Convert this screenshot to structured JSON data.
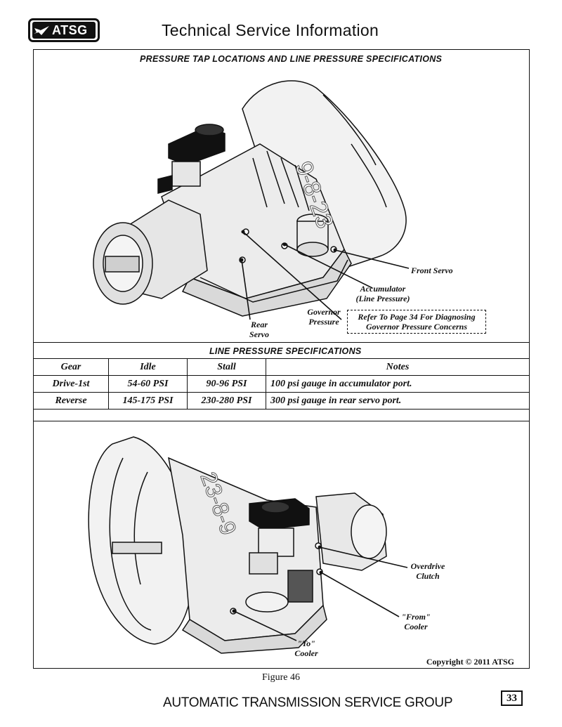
{
  "header": {
    "logo_text": "ATSG",
    "title": "Technical Service Information"
  },
  "section1": {
    "title": "Pressure Tap Locations And Line Pressure Specifications"
  },
  "callouts_top": {
    "front_servo": "Front Servo",
    "accumulator_1": "Accumulator",
    "accumulator_2": "(Line Pressure)",
    "governor_1": "Governor",
    "governor_2": "Pressure",
    "rear_servo_1": "Rear",
    "rear_servo_2": "Servo",
    "casting_text": "9-8-23"
  },
  "note": {
    "line1": "Refer To Page 34 For Diagnosing",
    "line2": "Governor Pressure Concerns"
  },
  "spec_table": {
    "title": "Line Pressure Specifications",
    "headers": [
      "Gear",
      "Idle",
      "Stall",
      "Notes"
    ],
    "rows": [
      [
        "Drive-1st",
        "54-60 PSI",
        "90-96 PSI",
        "100 psi gauge in accumulator port."
      ],
      [
        "Reverse",
        "145-175 PSI",
        "230-280 PSI",
        "300 psi gauge in rear servo port."
      ]
    ]
  },
  "callouts_bottom": {
    "overdrive_1": "Overdrive",
    "overdrive_2": "Clutch",
    "from_cooler_1": "\"From\"",
    "from_cooler_2": "Cooler",
    "to_cooler_1": "\"To\"",
    "to_cooler_2": "Cooler",
    "casting_text": "23-8-9"
  },
  "copyright": "Copyright © 2011 ATSG",
  "figure_caption": "Figure 46",
  "footer": {
    "company": "AUTOMATIC TRANSMISSION SERVICE GROUP",
    "page_number": "33"
  }
}
